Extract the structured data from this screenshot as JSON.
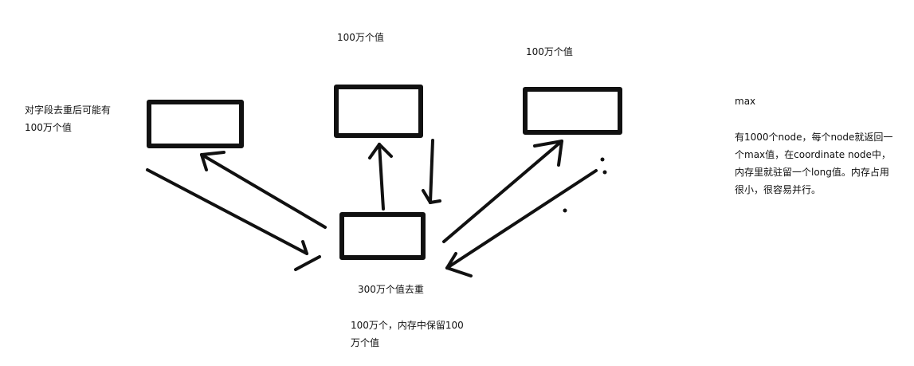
{
  "diagram": {
    "labels": {
      "top_center": "100万个值",
      "top_right": "100万个值",
      "left": "对字段去重后可能有\n100万个值",
      "bottom_dedup": "300万个值去重",
      "bottom_memory": "100万个，内存中保留100\n万个值",
      "note_title": "max",
      "note_body": "有1000个node，每个node就返回一\n个max值，在coordinate node中，\n内存里就驻留一个long值。内存占用\n很小，很容易并行。"
    },
    "colors": {
      "ink": "#111111",
      "background": "#ffffff"
    }
  }
}
